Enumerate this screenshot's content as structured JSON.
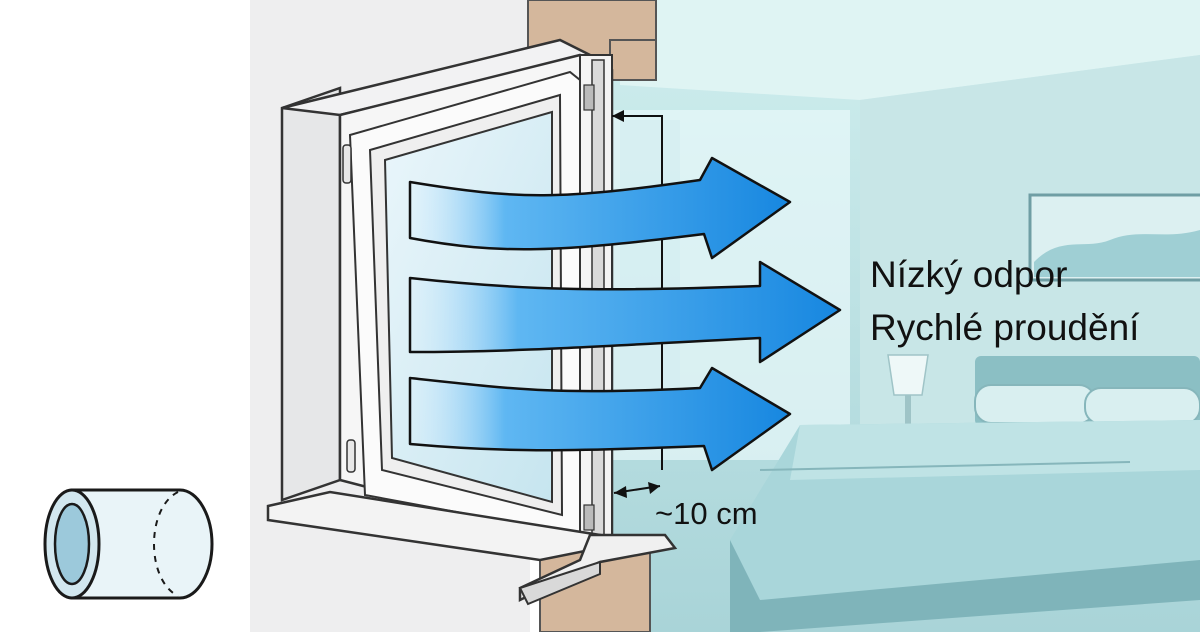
{
  "annotation": {
    "line1": "Nízký odpor",
    "line2": "Rychlé proudění"
  },
  "gap_label": "~10 cm",
  "colors": {
    "room_tint": "#bfe3e6",
    "airflow_arrow": "#1f8fe0",
    "wall": "#d4b79c",
    "frame": "#f3f4f4",
    "glass": "#cfe9f2"
  },
  "icons": {
    "tube": "tube-icon",
    "airflow": "airflow-arrow-icon",
    "measurement": "double-arrow-icon"
  }
}
